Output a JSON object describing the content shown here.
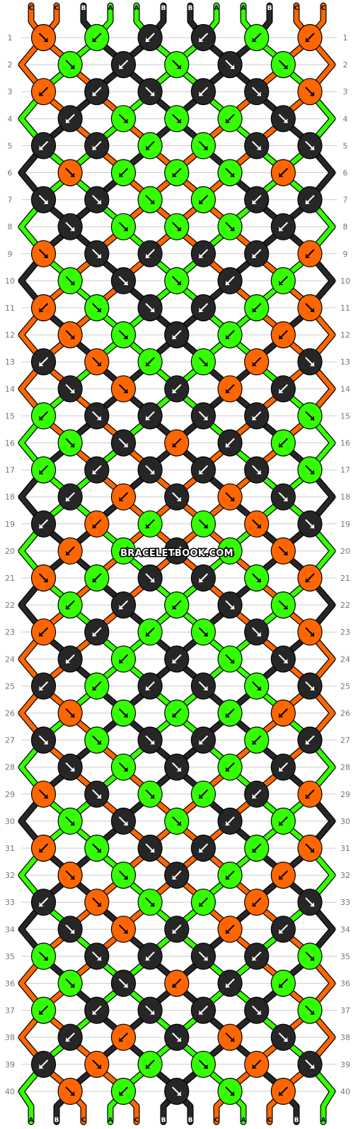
{
  "colors": {
    "C": "#ff6600",
    "A": "#33ff00",
    "B": "#262626",
    "line": "#cccccc",
    "outline": "#000000"
  },
  "strand_labels": [
    "C",
    "C",
    "B",
    "A",
    "A",
    "B",
    "B",
    "A",
    "A",
    "B",
    "C",
    "C"
  ],
  "watermark": "BRACELETBOOK.COM",
  "row_labels": [
    "1",
    "2",
    "3",
    "4",
    "5",
    "6",
    "7",
    "8",
    "9",
    "10",
    "11",
    "12",
    "13",
    "14",
    "15",
    "16",
    "17",
    "18",
    "19",
    "20",
    "21",
    "22",
    "23",
    "24",
    "25",
    "26",
    "27",
    "28",
    "29",
    "30",
    "31",
    "32",
    "33",
    "34",
    "35",
    "36",
    "37",
    "38",
    "39",
    "40"
  ],
  "rows": [
    {
      "k": [
        [
          "C",
          "R"
        ],
        [
          "A",
          "L"
        ],
        [
          "B",
          "L"
        ],
        [
          "B",
          "L"
        ],
        [
          "A",
          "L"
        ],
        [
          "C",
          "L"
        ]
      ]
    },
    {
      "k": [
        [
          "A",
          "R"
        ],
        [
          "B",
          "L"
        ],
        [
          "A",
          "R"
        ],
        [
          "B",
          "R"
        ],
        [
          "A",
          "R"
        ]
      ]
    },
    {
      "k": [
        [
          "C",
          "L"
        ],
        [
          "B",
          "L"
        ],
        [
          "B",
          "R"
        ],
        [
          "B",
          "L"
        ],
        [
          "B",
          "R"
        ],
        [
          "C",
          "R"
        ]
      ]
    },
    {
      "k": [
        [
          "B",
          "L"
        ],
        [
          "A",
          "R"
        ],
        [
          "A",
          "R"
        ],
        [
          "A",
          "L"
        ],
        [
          "B",
          "R"
        ]
      ]
    },
    {
      "k": [
        [
          "B",
          "L"
        ],
        [
          "B",
          "L"
        ],
        [
          "A",
          "L"
        ],
        [
          "A",
          "R"
        ],
        [
          "B",
          "R"
        ],
        [
          "B",
          "R"
        ]
      ]
    },
    {
      "k": [
        [
          "C",
          "R"
        ],
        [
          "A",
          "L"
        ],
        [
          "A",
          "L"
        ],
        [
          "A",
          "R"
        ],
        [
          "C",
          "L"
        ]
      ]
    },
    {
      "k": [
        [
          "B",
          "R"
        ],
        [
          "B",
          "R"
        ],
        [
          "A",
          "R"
        ],
        [
          "A",
          "L"
        ],
        [
          "B",
          "L"
        ],
        [
          "B",
          "L"
        ]
      ]
    },
    {
      "k": [
        [
          "B",
          "R"
        ],
        [
          "A",
          "R"
        ],
        [
          "A",
          "R"
        ],
        [
          "A",
          "R"
        ],
        [
          "B",
          "L"
        ]
      ]
    },
    {
      "k": [
        [
          "C",
          "R"
        ],
        [
          "B",
          "R"
        ],
        [
          "B",
          "L"
        ],
        [
          "B",
          "L"
        ],
        [
          "B",
          "L"
        ],
        [
          "C",
          "L"
        ]
      ]
    },
    {
      "k": [
        [
          "A",
          "R"
        ],
        [
          "B",
          "R"
        ],
        [
          "A",
          "R"
        ],
        [
          "B",
          "L"
        ],
        [
          "A",
          "L"
        ]
      ]
    },
    {
      "k": [
        [
          "C",
          "L"
        ],
        [
          "A",
          "R"
        ],
        [
          "B",
          "R"
        ],
        [
          "B",
          "L"
        ],
        [
          "A",
          "L"
        ],
        [
          "C",
          "R"
        ]
      ]
    },
    {
      "k": [
        [
          "C",
          "R"
        ],
        [
          "A",
          "R"
        ],
        [
          "B",
          "L"
        ],
        [
          "A",
          "L"
        ],
        [
          "C",
          "L"
        ]
      ]
    },
    {
      "k": [
        [
          "B",
          "L"
        ],
        [
          "C",
          "R"
        ],
        [
          "A",
          "L"
        ],
        [
          "A",
          "R"
        ],
        [
          "C",
          "L"
        ],
        [
          "B",
          "R"
        ]
      ]
    },
    {
      "k": [
        [
          "B",
          "R"
        ],
        [
          "C",
          "R"
        ],
        [
          "B",
          "L"
        ],
        [
          "C",
          "L"
        ],
        [
          "B",
          "L"
        ]
      ]
    },
    {
      "k": [
        [
          "A",
          "L"
        ],
        [
          "B",
          "R"
        ],
        [
          "B",
          "L"
        ],
        [
          "B",
          "R"
        ],
        [
          "B",
          "L"
        ],
        [
          "A",
          "R"
        ]
      ]
    },
    {
      "k": [
        [
          "A",
          "R"
        ],
        [
          "B",
          "R"
        ],
        [
          "C",
          "L"
        ],
        [
          "B",
          "L"
        ],
        [
          "A",
          "L"
        ]
      ]
    },
    {
      "k": [
        [
          "A",
          "L"
        ],
        [
          "B",
          "L"
        ],
        [
          "B",
          "R"
        ],
        [
          "B",
          "L"
        ],
        [
          "B",
          "R"
        ],
        [
          "A",
          "R"
        ]
      ]
    },
    {
      "k": [
        [
          "B",
          "L"
        ],
        [
          "C",
          "L"
        ],
        [
          "B",
          "R"
        ],
        [
          "C",
          "R"
        ],
        [
          "B",
          "R"
        ]
      ]
    },
    {
      "k": [
        [
          "B",
          "L"
        ],
        [
          "C",
          "L"
        ],
        [
          "A",
          "L"
        ],
        [
          "A",
          "R"
        ],
        [
          "C",
          "R"
        ],
        [
          "B",
          "R"
        ]
      ]
    },
    {
      "k": [
        [
          "C",
          "L"
        ],
        [
          "A",
          "L"
        ],
        [
          "B",
          "L"
        ],
        [
          "A",
          "R"
        ],
        [
          "C",
          "R"
        ]
      ]
    },
    {
      "k": [
        [
          "C",
          "R"
        ],
        [
          "A",
          "L"
        ],
        [
          "B",
          "R"
        ],
        [
          "B",
          "L"
        ],
        [
          "A",
          "R"
        ],
        [
          "C",
          "L"
        ]
      ]
    },
    {
      "k": [
        [
          "A",
          "L"
        ],
        [
          "B",
          "L"
        ],
        [
          "A",
          "L"
        ],
        [
          "B",
          "R"
        ],
        [
          "A",
          "R"
        ]
      ]
    },
    {
      "k": [
        [
          "C",
          "L"
        ],
        [
          "B",
          "L"
        ],
        [
          "A",
          "L"
        ],
        [
          "A",
          "R"
        ],
        [
          "B",
          "R"
        ],
        [
          "C",
          "R"
        ]
      ]
    },
    {
      "k": [
        [
          "B",
          "L"
        ],
        [
          "A",
          "L"
        ],
        [
          "B",
          "L"
        ],
        [
          "A",
          "R"
        ],
        [
          "B",
          "R"
        ]
      ]
    },
    {
      "k": [
        [
          "B",
          "L"
        ],
        [
          "A",
          "L"
        ],
        [
          "B",
          "L"
        ],
        [
          "B",
          "R"
        ],
        [
          "A",
          "R"
        ],
        [
          "B",
          "R"
        ]
      ]
    },
    {
      "k": [
        [
          "C",
          "R"
        ],
        [
          "A",
          "R"
        ],
        [
          "A",
          "L"
        ],
        [
          "A",
          "L"
        ],
        [
          "C",
          "L"
        ]
      ]
    },
    {
      "k": [
        [
          "B",
          "R"
        ],
        [
          "A",
          "R"
        ],
        [
          "B",
          "R"
        ],
        [
          "B",
          "L"
        ],
        [
          "A",
          "L"
        ],
        [
          "B",
          "L"
        ]
      ]
    },
    {
      "k": [
        [
          "B",
          "R"
        ],
        [
          "A",
          "R"
        ],
        [
          "B",
          "R"
        ],
        [
          "A",
          "L"
        ],
        [
          "B",
          "L"
        ]
      ]
    },
    {
      "k": [
        [
          "C",
          "R"
        ],
        [
          "B",
          "R"
        ],
        [
          "A",
          "R"
        ],
        [
          "A",
          "L"
        ],
        [
          "B",
          "L"
        ],
        [
          "C",
          "L"
        ]
      ]
    },
    {
      "k": [
        [
          "A",
          "R"
        ],
        [
          "B",
          "R"
        ],
        [
          "A",
          "R"
        ],
        [
          "B",
          "L"
        ],
        [
          "A",
          "L"
        ]
      ]
    },
    {
      "k": [
        [
          "C",
          "L"
        ],
        [
          "A",
          "R"
        ],
        [
          "B",
          "R"
        ],
        [
          "B",
          "L"
        ],
        [
          "A",
          "L"
        ],
        [
          "C",
          "R"
        ]
      ]
    },
    {
      "k": [
        [
          "C",
          "R"
        ],
        [
          "A",
          "R"
        ],
        [
          "B",
          "L"
        ],
        [
          "A",
          "L"
        ],
        [
          "C",
          "L"
        ]
      ]
    },
    {
      "k": [
        [
          "B",
          "L"
        ],
        [
          "C",
          "R"
        ],
        [
          "A",
          "R"
        ],
        [
          "A",
          "L"
        ],
        [
          "C",
          "L"
        ],
        [
          "B",
          "R"
        ]
      ]
    },
    {
      "k": [
        [
          "B",
          "R"
        ],
        [
          "C",
          "R"
        ],
        [
          "B",
          "L"
        ],
        [
          "C",
          "L"
        ],
        [
          "B",
          "L"
        ]
      ]
    },
    {
      "k": [
        [
          "A",
          "R"
        ],
        [
          "B",
          "R"
        ],
        [
          "B",
          "L"
        ],
        [
          "B",
          "R"
        ],
        [
          "B",
          "L"
        ],
        [
          "A",
          "R"
        ]
      ]
    },
    {
      "k": [
        [
          "A",
          "R"
        ],
        [
          "B",
          "R"
        ],
        [
          "C",
          "L"
        ],
        [
          "B",
          "L"
        ],
        [
          "A",
          "L"
        ]
      ]
    },
    {
      "k": [
        [
          "A",
          "L"
        ],
        [
          "B",
          "L"
        ],
        [
          "B",
          "R"
        ],
        [
          "B",
          "L"
        ],
        [
          "B",
          "R"
        ],
        [
          "A",
          "R"
        ]
      ]
    },
    {
      "k": [
        [
          "B",
          "L"
        ],
        [
          "C",
          "L"
        ],
        [
          "B",
          "R"
        ],
        [
          "C",
          "R"
        ],
        [
          "B",
          "R"
        ]
      ]
    },
    {
      "k": [
        [
          "B",
          "L"
        ],
        [
          "C",
          "R"
        ],
        [
          "A",
          "L"
        ],
        [
          "A",
          "R"
        ],
        [
          "C",
          "L"
        ],
        [
          "B",
          "R"
        ]
      ]
    },
    {
      "k": [
        [
          "C",
          "R"
        ],
        [
          "A",
          "L"
        ],
        [
          "B",
          "R"
        ],
        [
          "A",
          "R"
        ],
        [
          "C",
          "L"
        ]
      ]
    }
  ]
}
